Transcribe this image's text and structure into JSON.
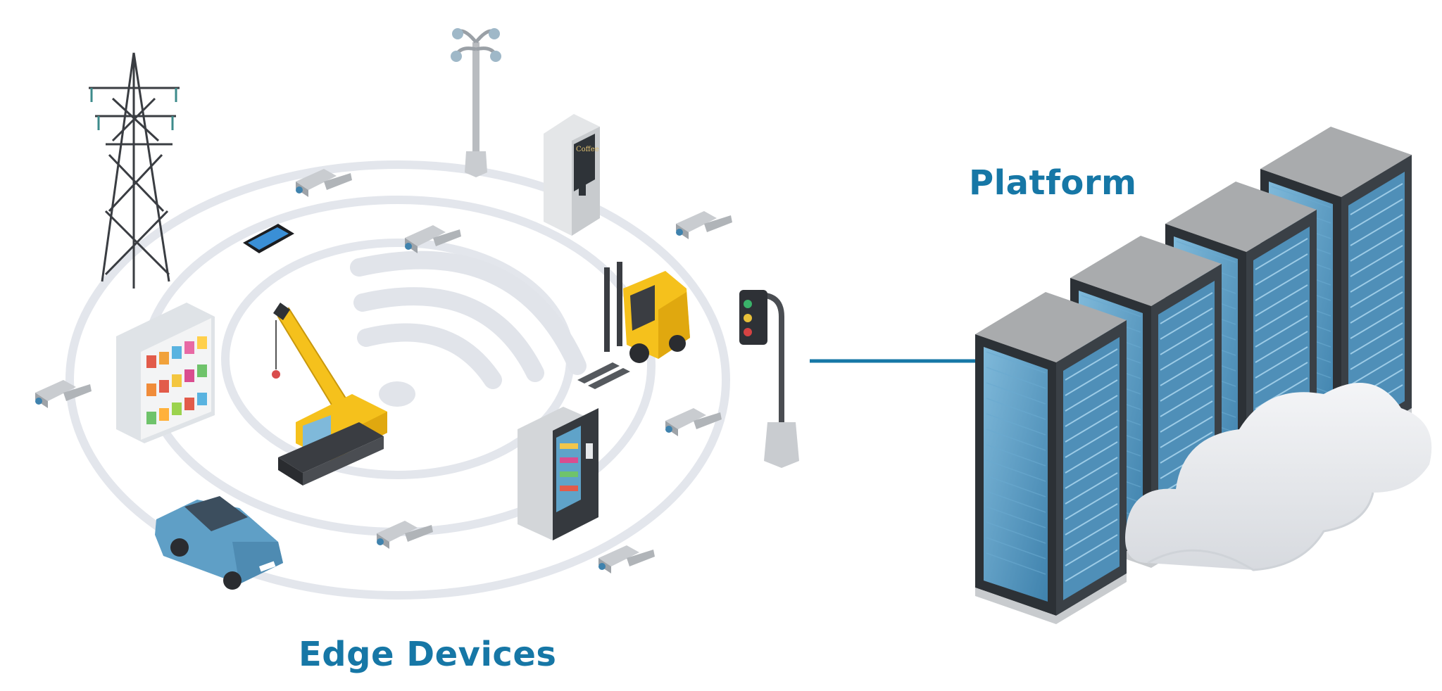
{
  "labels": {
    "platform": "Platform",
    "edge_devices": "Edge Devices"
  },
  "coffee_machine_text": "Coffee",
  "colors": {
    "label_blue": "#1677a6",
    "connector": "#1677a6",
    "rings": "#e3e6ec",
    "wifi": "#e1e4ea",
    "machine_yellow": "#f5c11c",
    "server_glass": "#5fa3c9",
    "server_top": "#a9abad",
    "server_frame": "#2c3136",
    "car_blue": "#5f9fc6",
    "cloud": "#e9ebee"
  },
  "icons": [
    "power-pylon-icon",
    "street-lamp-icon",
    "coffee-machine-icon",
    "security-camera-icon",
    "smartphone-icon",
    "wifi-icon",
    "forklift-icon",
    "traffic-light-icon",
    "store-shelf-icon",
    "crane-icon",
    "vending-machine-icon",
    "car-icon",
    "server-rack-icon",
    "cloud-icon"
  ]
}
